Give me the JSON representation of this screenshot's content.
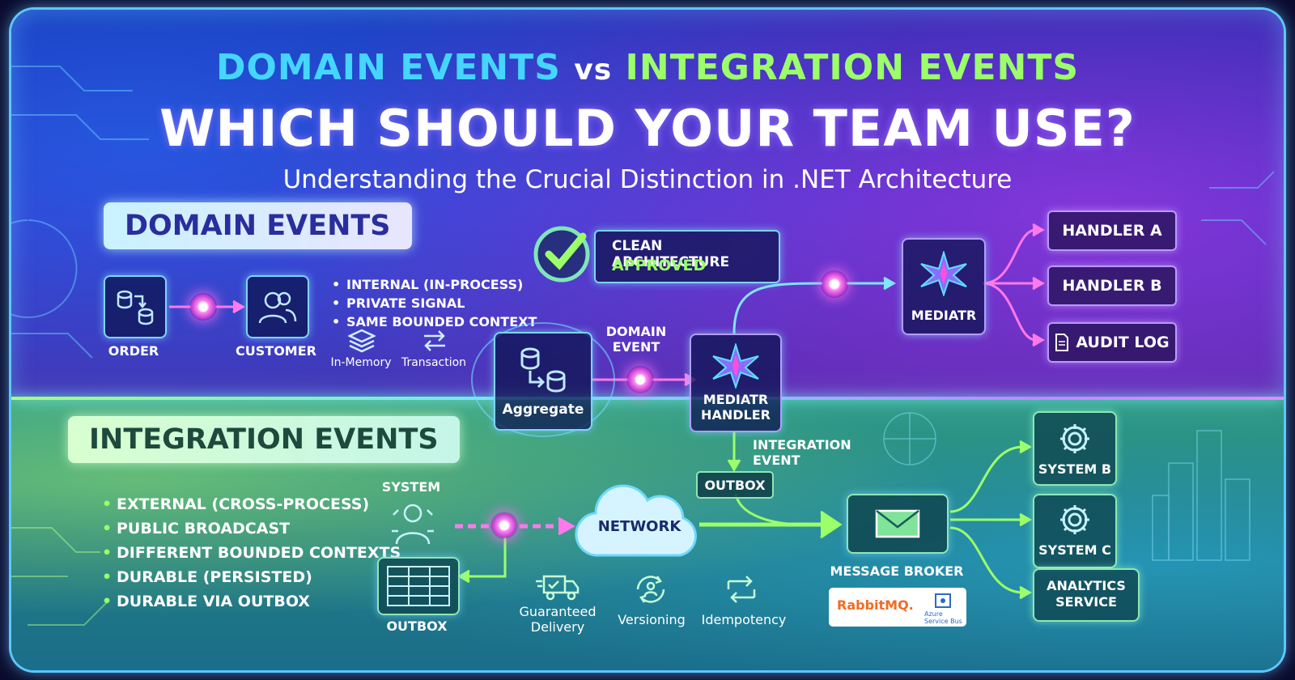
{
  "title": {
    "part1": "DOMAIN EVENTS",
    "vs": "vs",
    "part2": "INTEGRATION EVENTS",
    "headline": "WHICH SHOULD YOUR TEAM USE?",
    "subtitle": "Understanding the Crucial Distinction in .NET Architecture"
  },
  "domain": {
    "header": "DOMAIN EVENTS",
    "order_label": "ORDER",
    "customer_label": "CUSTOMER",
    "bullets": [
      "INTERNAL (IN-PROCESS)",
      "PRIVATE SIGNAL",
      "SAME BOUNDED CONTEXT"
    ],
    "in_memory": "In-Memory",
    "transaction": "Transaction",
    "approved_line1": "CLEAN ARCHITECTURE",
    "approved_line2": "APPROVED",
    "aggregate_label": "Aggregate",
    "domain_event_label": "DOMAIN\nEVENT",
    "mediatr_handler_label": "MEDIATR\nHANDLER",
    "mediatr_label": "MEDIATR",
    "handler_a": "HANDLER A",
    "handler_b": "HANDLER B",
    "audit_log": "AUDIT LOG"
  },
  "integration": {
    "header": "INTEGRATION EVENTS",
    "bullets": [
      "EXTERNAL (CROSS-PROCESS)",
      "PUBLIC BROADCAST",
      "DIFFERENT BOUNDED CONTEXTS",
      "DURABLE (PERSISTED)",
      "DURABLE VIA OUTBOX"
    ],
    "system_label": "SYSTEM",
    "outbox_label": "OUTBOX",
    "network_label": "NETWORK",
    "integration_event_label": "INTEGRATION\nEVENT",
    "outbox_tag": "OUTBOX",
    "guaranteed_delivery": "Guaranteed\nDelivery",
    "versioning": "Versioning",
    "idempotency": "Idempotency",
    "message_broker": "MESSAGE BROKER",
    "rabbitmq": "RabbitMQ.",
    "azure_service_bus": "Azure Service Bus",
    "system_b": "SYSTEM B",
    "system_c": "SYSTEM C",
    "analytics_service": "ANALYTICS\nSERVICE"
  },
  "colors": {
    "accent_cyan": "#45d6ff",
    "accent_green": "#9cff6a",
    "accent_purple": "#b98bff"
  }
}
